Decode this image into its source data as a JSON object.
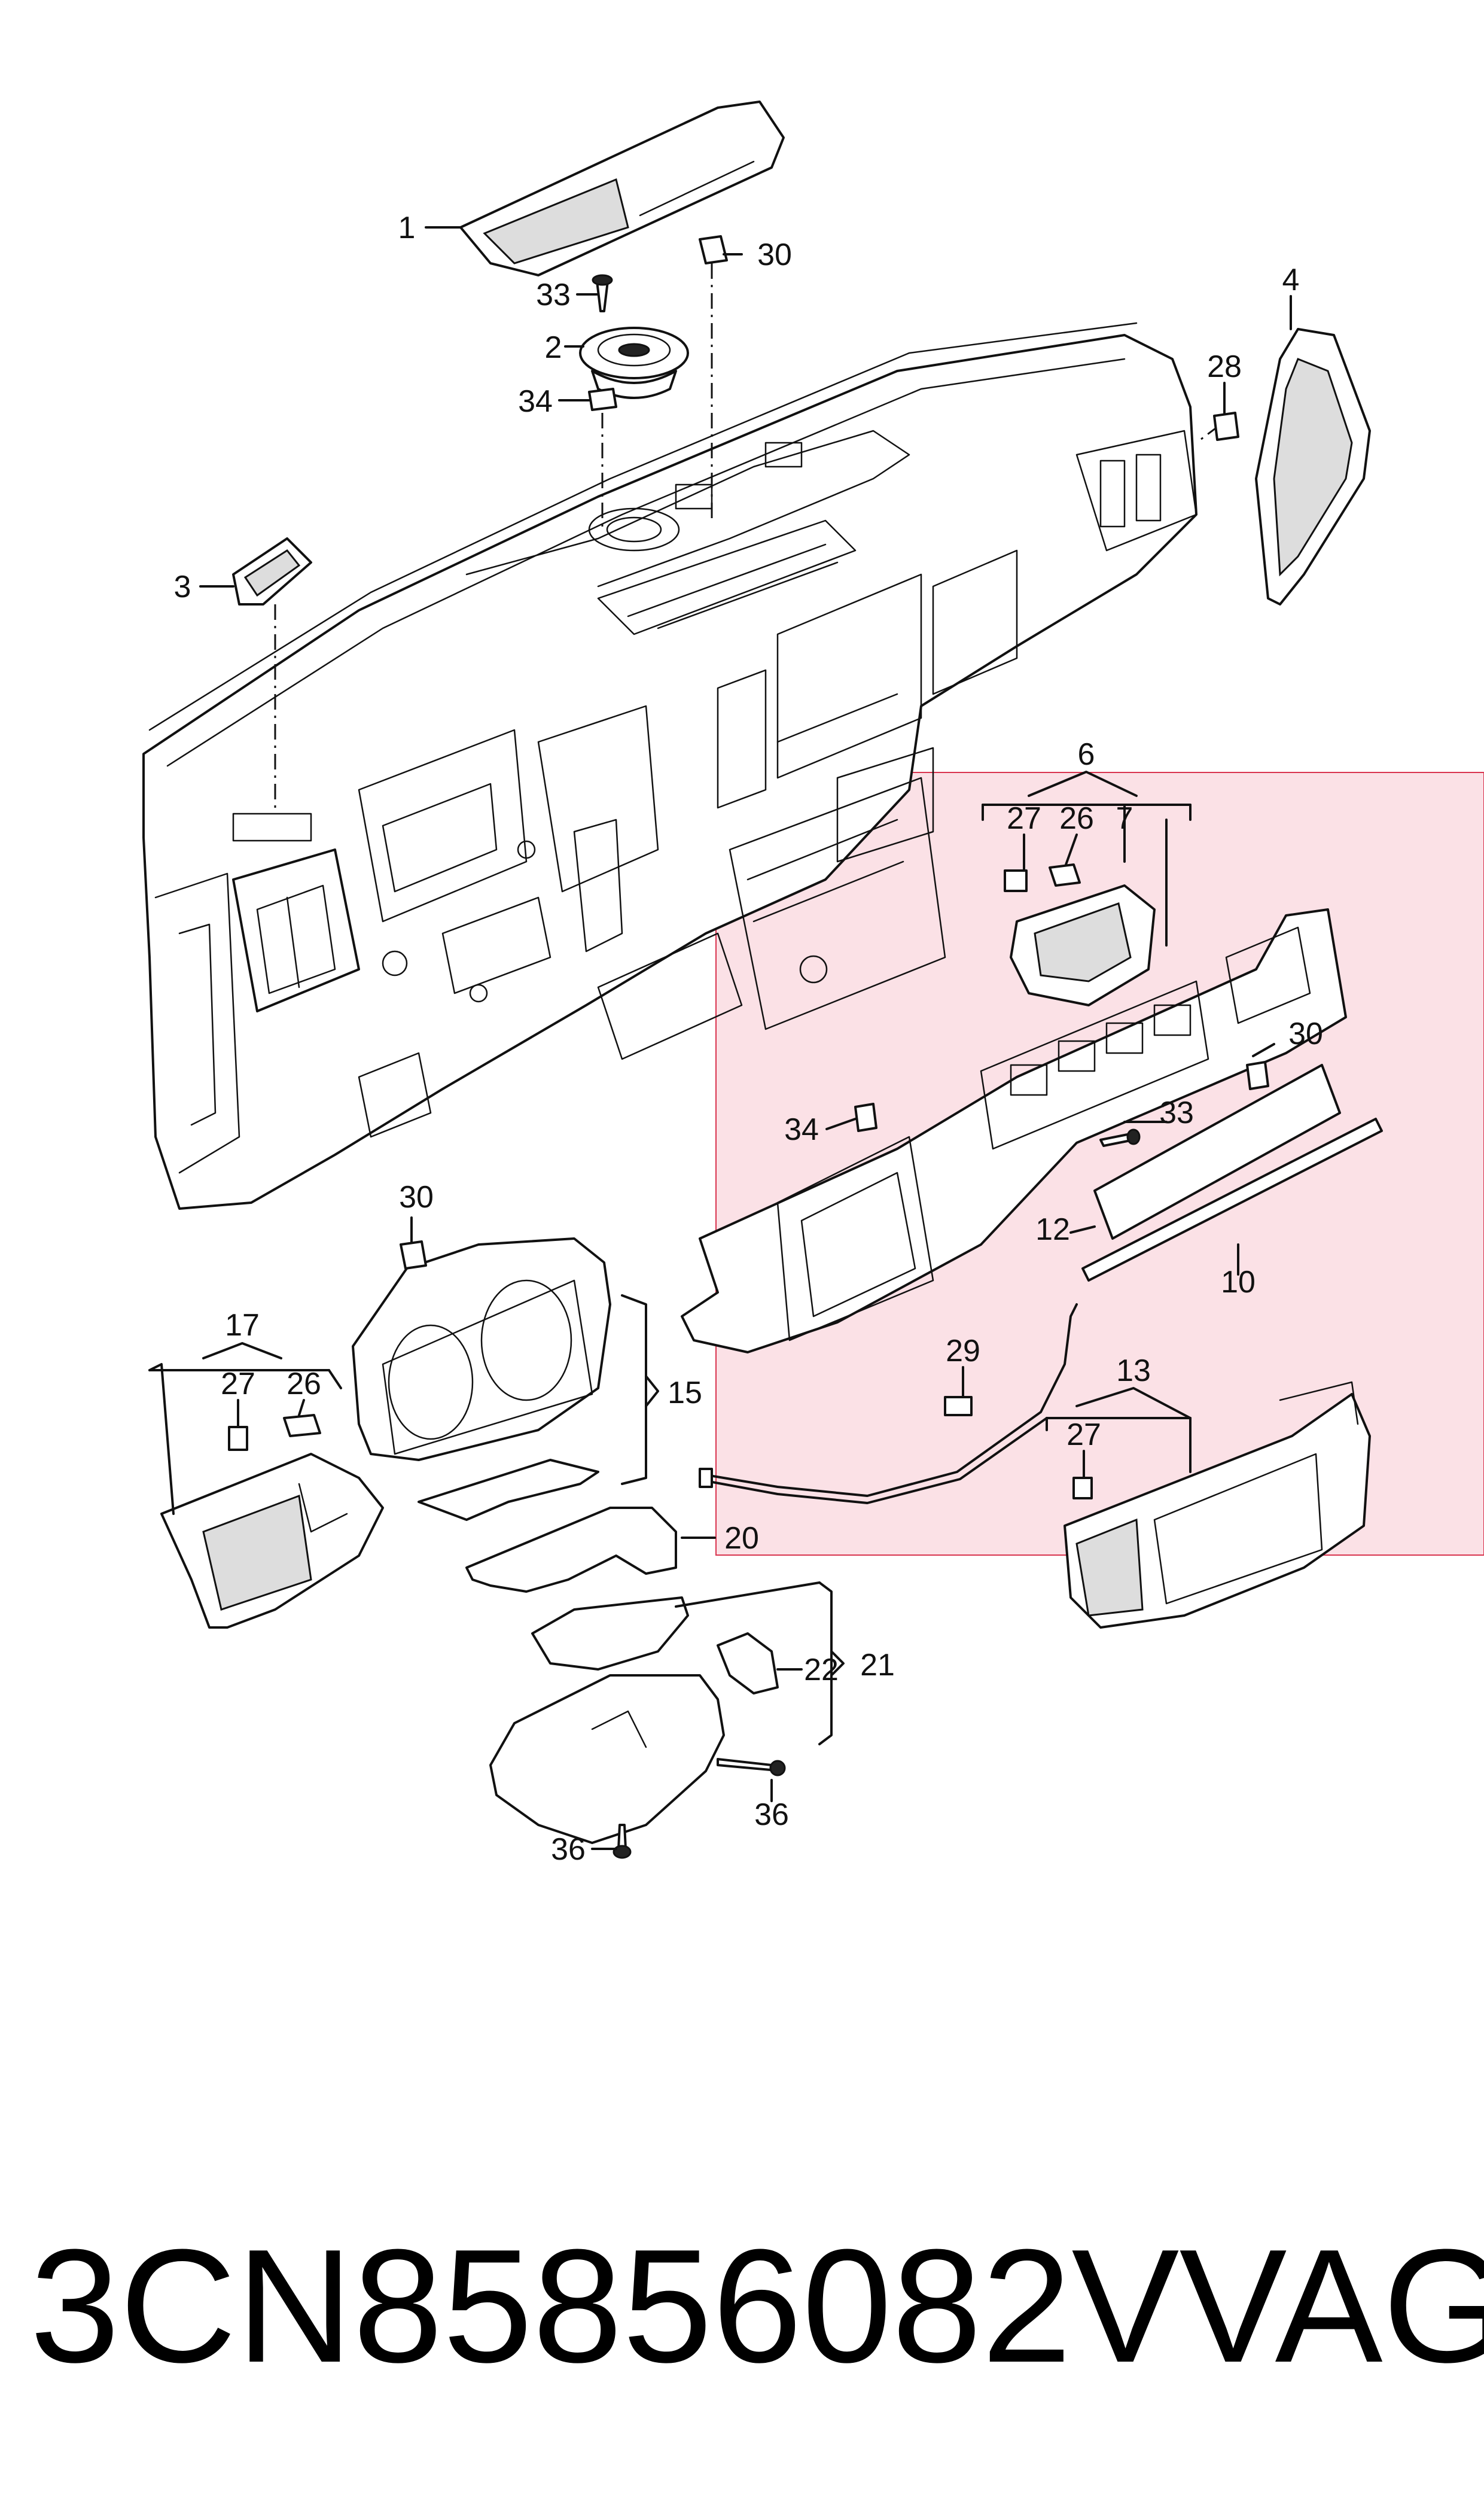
{
  "diagram": {
    "callouts": [
      {
        "id": "1",
        "label": "1"
      },
      {
        "id": "2",
        "label": "2"
      },
      {
        "id": "3",
        "label": "3"
      },
      {
        "id": "4",
        "label": "4"
      },
      {
        "id": "6",
        "label": "6"
      },
      {
        "id": "7",
        "label": "7"
      },
      {
        "id": "10",
        "label": "10"
      },
      {
        "id": "12",
        "label": "12"
      },
      {
        "id": "13",
        "label": "13"
      },
      {
        "id": "15",
        "label": "15"
      },
      {
        "id": "17",
        "label": "17"
      },
      {
        "id": "20",
        "label": "20"
      },
      {
        "id": "21",
        "label": "21"
      },
      {
        "id": "22",
        "label": "22"
      },
      {
        "id": "26a",
        "label": "26"
      },
      {
        "id": "26b",
        "label": "26"
      },
      {
        "id": "27a",
        "label": "27"
      },
      {
        "id": "27b",
        "label": "27"
      },
      {
        "id": "27c",
        "label": "27"
      },
      {
        "id": "28",
        "label": "28"
      },
      {
        "id": "29",
        "label": "29"
      },
      {
        "id": "30a",
        "label": "30"
      },
      {
        "id": "30b",
        "label": "30"
      },
      {
        "id": "30c",
        "label": "30"
      },
      {
        "id": "33a",
        "label": "33"
      },
      {
        "id": "33b",
        "label": "33"
      },
      {
        "id": "34a",
        "label": "34"
      },
      {
        "id": "34b",
        "label": "34"
      },
      {
        "id": "36a",
        "label": "36"
      },
      {
        "id": "36b",
        "label": "36"
      }
    ],
    "highlight_color": "#f7c8d2"
  },
  "footer": {
    "part_number": "3CN85856082V",
    "brand": "VAG"
  }
}
